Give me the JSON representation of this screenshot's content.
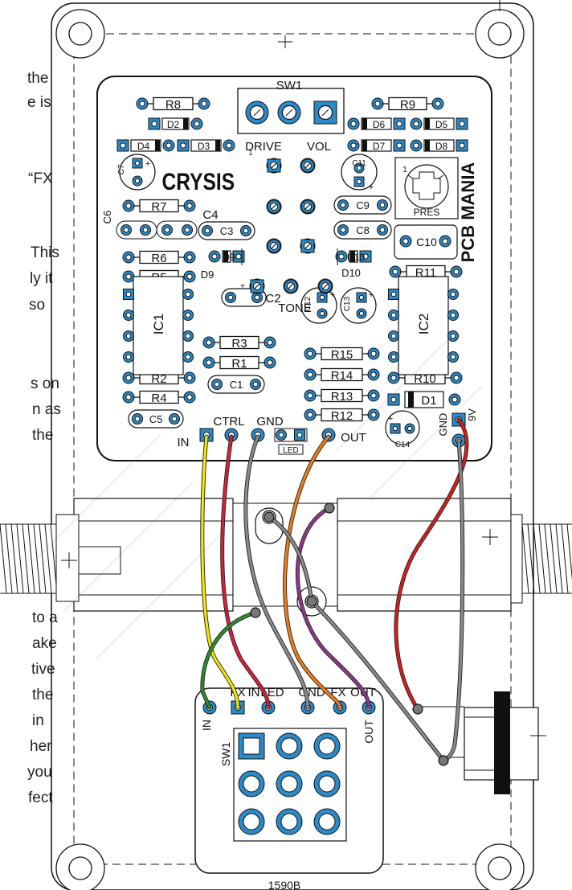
{
  "left_text": [
    {
      "text": "the"
    },
    {
      "text": "e is"
    },
    {
      "text": "“FX"
    },
    {
      "text": "This"
    },
    {
      "text": "ly it"
    },
    {
      "text": "so"
    },
    {
      "text": "s on"
    },
    {
      "text": "n as"
    },
    {
      "text": "the"
    },
    {
      "text": "to a"
    },
    {
      "text": "ake"
    },
    {
      "text": "tive"
    },
    {
      "text": "the"
    },
    {
      "text": "in"
    },
    {
      "text": "her"
    },
    {
      "text": "you"
    },
    {
      "text": "fect"
    }
  ],
  "enclosure": {
    "label": "1590B"
  },
  "pcb": {
    "title": "CRYSIS",
    "brand": "PCB MANIA",
    "switch": "SW1",
    "pots": [
      "DRIVE",
      "VOL",
      "TONE",
      "PRES"
    ],
    "resistors": [
      "R8",
      "R9",
      "R7",
      "R6",
      "R5",
      "R3",
      "R1",
      "R2",
      "R4",
      "R11",
      "R15",
      "R14",
      "R13",
      "R12",
      "R10"
    ],
    "diodes": [
      "D2",
      "D4",
      "D3",
      "D6",
      "D5",
      "D7",
      "D8",
      "D9",
      "D10",
      "D1"
    ],
    "caps": [
      "C7",
      "C6",
      "C4",
      "C3",
      "C2",
      "C1",
      "C5",
      "C11",
      "C9",
      "C8",
      "C10",
      "C12",
      "C13",
      "C14"
    ],
    "ic": [
      "IC1",
      "IC2"
    ],
    "pads": [
      "IN",
      "CTRL",
      "GND",
      "LED",
      "OUT",
      "GND",
      "9V"
    ]
  },
  "footswitch_board": {
    "top_labels": [
      "FX",
      "IN",
      "LED",
      "GND",
      "FX",
      "OUT"
    ],
    "side_labels": [
      "IN",
      "SW1",
      "OUT"
    ]
  },
  "wire_colors": {
    "yellow": "#f2e800",
    "red": "#d8203c",
    "grey": "#8a8a8a",
    "orange": "#ee7d1a",
    "purple": "#8e3a8c",
    "green": "#2e8b2e",
    "dcred": "#d41f1f",
    "pad": "#2c8ac9"
  }
}
